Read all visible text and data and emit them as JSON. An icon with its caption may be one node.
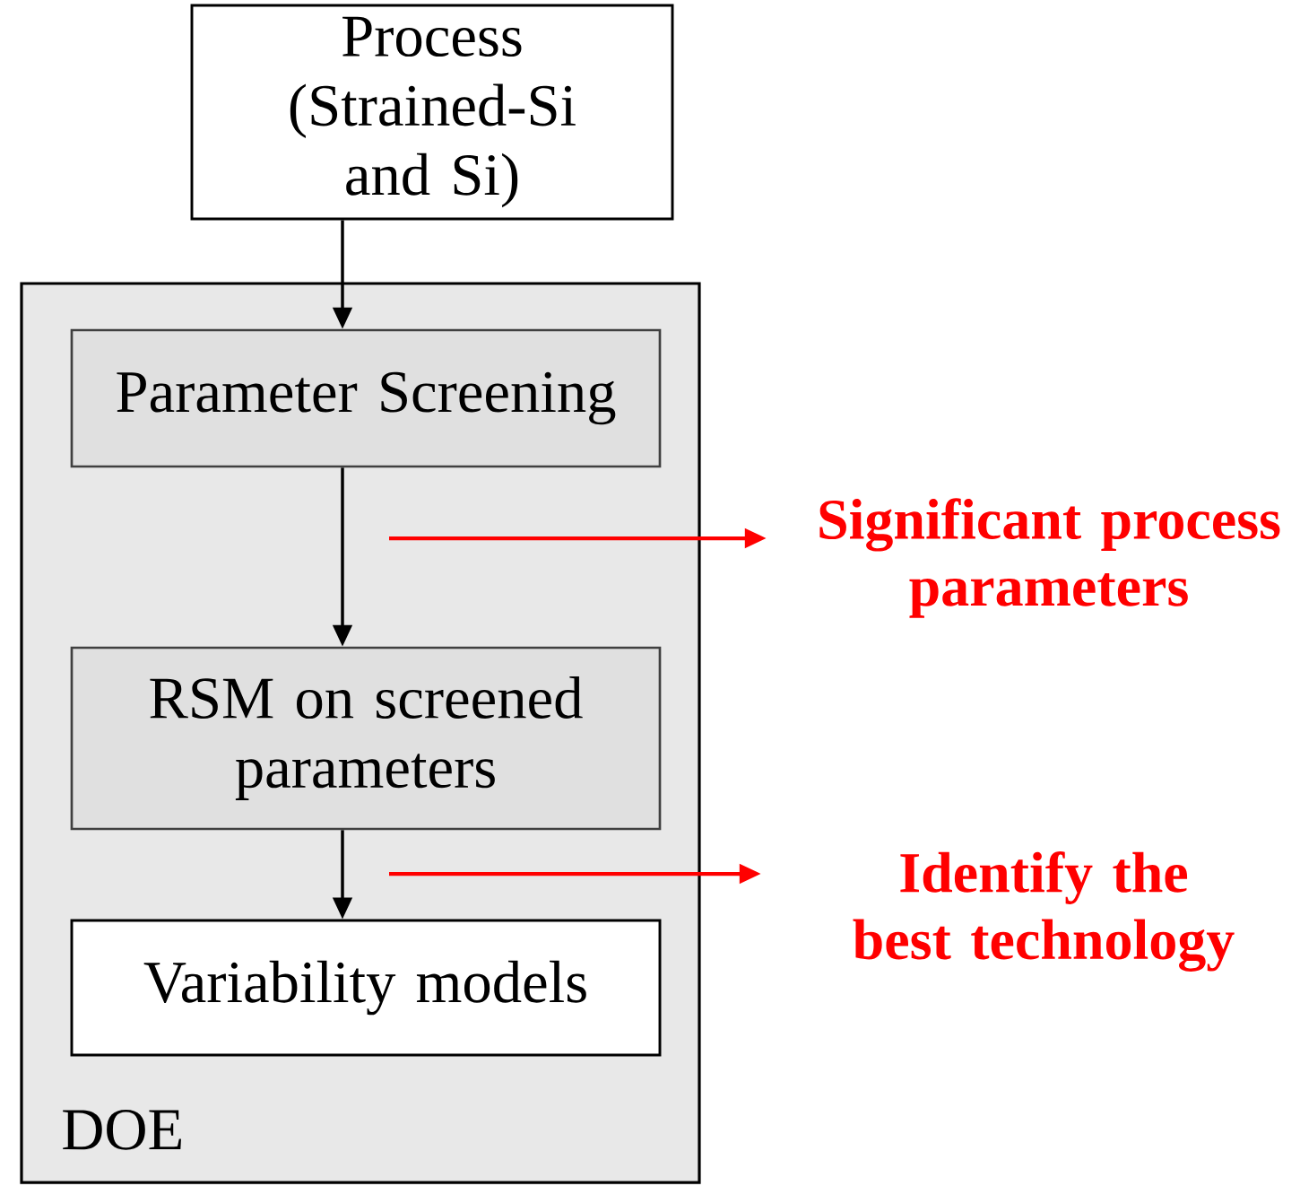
{
  "diagram": {
    "nodes": [
      {
        "text": [
          "Process (Strained-Si and Si)"
        ]
      },
      {
        "text": [
          "DOE"
        ]
      },
      {
        "text": [
          "Parameter Screening"
        ],
        "in": 1
      },
      {
        "text": [
          "RSM on screened parameters"
        ],
        "in": 1
      },
      {
        "text": [
          "Variability models"
        ],
        "in": 1
      },
      {
        "text": [
          "Significant process parameters"
        ]
      },
      {
        "text": [
          "Identify the best technology"
        ]
      }
    ],
    "edges": [
      {
        "from": 0,
        "to": 2,
        "arrow": "to"
      },
      {
        "from": 2,
        "to": 3,
        "arrow": "to"
      },
      {
        "from": 3,
        "to": 4,
        "arrow": "to"
      },
      {
        "from": null,
        "to": 5,
        "arrow": "to",
        "color": "#ff0000"
      },
      {
        "from": null,
        "to": 6,
        "arrow": "to",
        "color": "#ff0000"
      }
    ]
  }
}
